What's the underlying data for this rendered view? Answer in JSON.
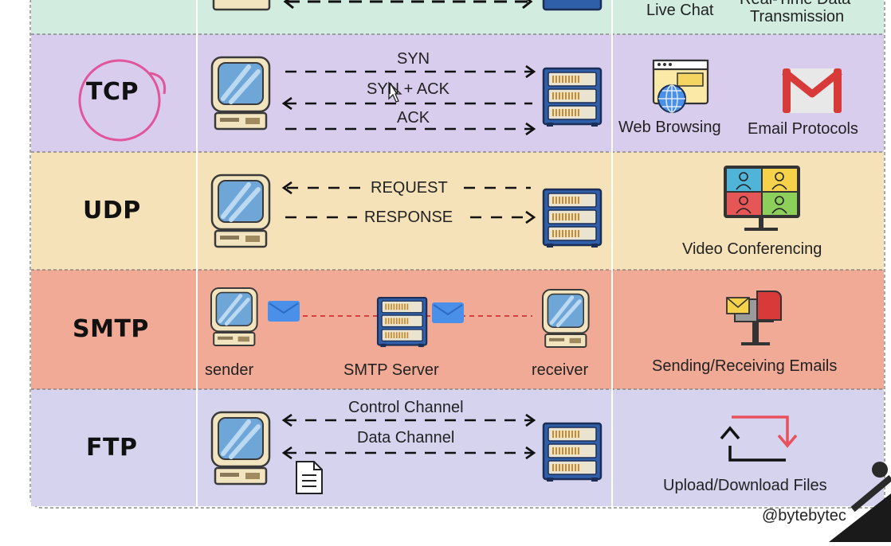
{
  "rows": {
    "top": {
      "label_1": "Live Chat",
      "label_2_line1": "Real-Time Data",
      "label_2_line2": "Transmission",
      "color": "#d2ece0"
    },
    "tcp": {
      "protocol": "TCP",
      "color": "#d9cdee",
      "arrow_1": "SYN",
      "arrow_2": "SYN + ACK",
      "arrow_3": "ACK",
      "use_1": "Web Browsing",
      "use_2": "Email Protocols"
    },
    "udp": {
      "protocol": "UDP",
      "color": "#f5e2b8",
      "arrow_1": "REQUEST",
      "arrow_2": "RESPONSE",
      "use_1": "Video Conferencing"
    },
    "smtp": {
      "protocol": "SMTP",
      "color": "#f1aa96",
      "node_1": "sender",
      "node_2": "SMTP Server",
      "node_3": "receiver",
      "use_1": "Sending/Receiving Emails"
    },
    "ftp": {
      "protocol": "FTP",
      "color": "#d6d3ef",
      "arrow_1": "Control Channel",
      "arrow_2": "Data Channel",
      "use_1": "Upload/Download Files"
    }
  },
  "watermark": "@bytebytec",
  "colors": {
    "highlight_circle": "#e0559b",
    "envelope": "#4a8fe8",
    "smtp_line": "#d84040",
    "server_blue": "#2f5fa8",
    "monitor_blue": "#6fa6d8"
  },
  "icons": [
    "computer-icon",
    "server-icon",
    "browser-globe-icon",
    "gmail-icon",
    "video-call-icon",
    "envelope-icon",
    "mailbox-icon",
    "document-icon",
    "upload-download-icon"
  ]
}
